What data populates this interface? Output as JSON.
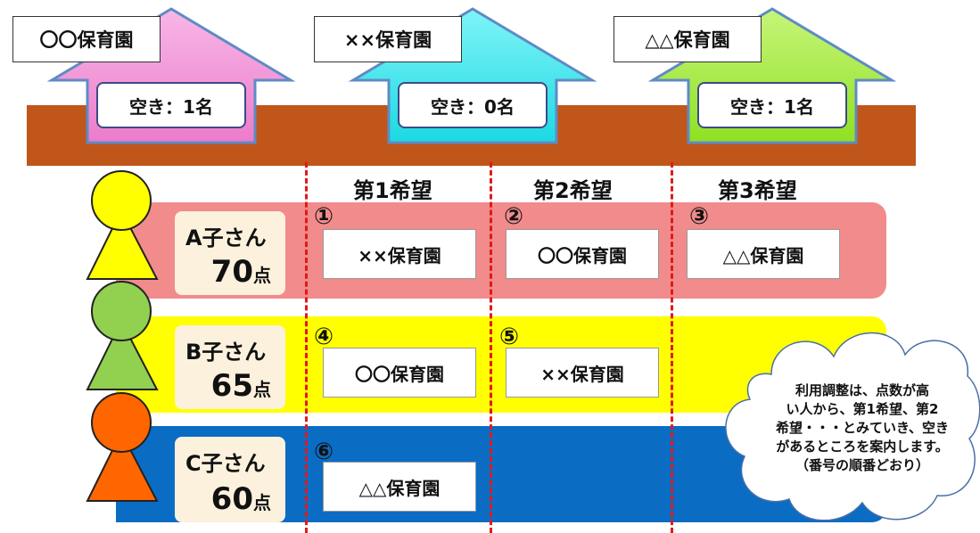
{
  "nurseries": [
    {
      "name": "〇〇保育園",
      "vacancy": "空き：1名",
      "color": "#f49ad6"
    },
    {
      "name": "××保育園",
      "vacancy": "空き：0名",
      "color": "#35e8ee"
    },
    {
      "name": "△△保育園",
      "vacancy": "空き：1名",
      "color": "#a6ef3a"
    }
  ],
  "ground_color": "#c0561a",
  "headers": [
    "第1希望",
    "第2希望",
    "第3希望"
  ],
  "children": [
    {
      "name": "A子さん",
      "score": "70",
      "unit": "点",
      "head_color": "#ffff00",
      "band_color": "#f28b8b",
      "choices": [
        {
          "num": "①",
          "name": "××保育園"
        },
        {
          "num": "②",
          "name": "〇〇保育園"
        },
        {
          "num": "③",
          "name": "△△保育園"
        }
      ]
    },
    {
      "name": "B子さん",
      "score": "65",
      "unit": "点",
      "head_color": "#92d050",
      "band_color": "#ffff00",
      "choices": [
        {
          "num": "④",
          "name": "〇〇保育園"
        },
        {
          "num": "⑤",
          "name": "××保育園"
        }
      ]
    },
    {
      "name": "C子さん",
      "score": "60",
      "unit": "点",
      "head_color": "#ff6600",
      "band_color": "#0b6cc4",
      "choices": [
        {
          "num": "⑥",
          "name": "△△保育園"
        }
      ]
    }
  ],
  "note": {
    "line1": "利用調整は、点数が高",
    "line2": "い人から、第1希望、第2",
    "line3": "希望・・・とみていき、空き",
    "line4": "があるところを案内します。",
    "line5": "（番号の順番どおり）"
  }
}
